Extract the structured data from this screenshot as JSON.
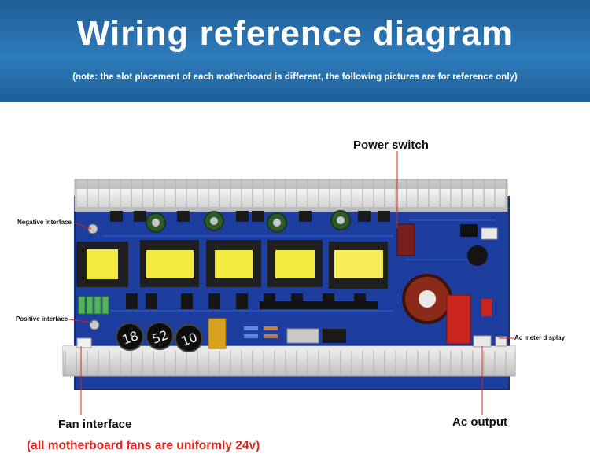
{
  "header": {
    "title": "Wiring reference diagram",
    "note": "(note: the slot placement of each motherboard is different, the following pictures are for reference only)"
  },
  "labels": {
    "power_switch": "Power switch",
    "negative_interface": "Negative interface",
    "positive_interface": "Positive interface",
    "ac_meter_display": "Ac meter display",
    "fan_interface": "Fan interface",
    "ac_output": "Ac output",
    "fan_note": "(all motherboard fans are uniformly 24v)"
  },
  "board": {
    "capacitor_marks": [
      "18",
      "52",
      "10"
    ]
  },
  "colors": {
    "banner": "#2e7bbb",
    "pcb": "#1d3e9e",
    "transformer": "#f2ea3c",
    "leader_line": "#e0221c",
    "note_text": "#e0221c"
  }
}
